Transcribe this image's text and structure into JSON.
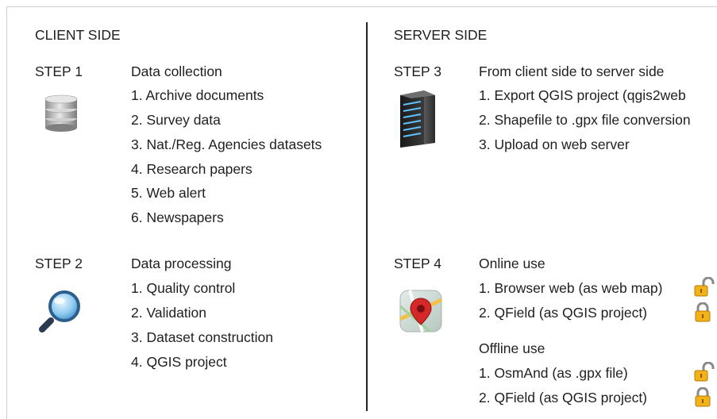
{
  "client": {
    "header": "CLIENT SIDE",
    "step1": {
      "label": "STEP 1",
      "title": "Data collection",
      "icon": "database-icon",
      "items": [
        "1. Archive documents",
        "2. Survey data",
        "3. Nat./Reg. Agencies datasets",
        "4. Research papers",
        "5. Web alert",
        "6. Newspapers"
      ]
    },
    "step2": {
      "label": "STEP 2",
      "title": "Data processing",
      "icon": "magnifier-icon",
      "items": [
        "1. Quality control",
        "2. Validation",
        "3. Dataset construction",
        "4. QGIS project"
      ]
    }
  },
  "server": {
    "header": "SERVER SIDE",
    "step3": {
      "label": "STEP 3",
      "title": "From client side to server side",
      "icon": "server-icon",
      "items": [
        "1. Export QGIS project (qgis2web",
        "2. Shapefile to .gpx file conversion",
        "3. Upload on web server"
      ]
    },
    "step4": {
      "label": "STEP 4",
      "icon": "map-pin-icon",
      "online_title": "Online use",
      "online_items": [
        {
          "text": "1. Browser web (as web map)",
          "lock": "unlocked"
        },
        {
          "text": "2. QField (as QGIS project)",
          "lock": "locked"
        }
      ],
      "offline_title": "Offline use",
      "offline_items": [
        {
          "text": "1. OsmAnd (as .gpx file)",
          "lock": "unlocked"
        },
        {
          "text": "2. QField (as QGIS project)",
          "lock": "locked"
        }
      ]
    }
  },
  "colors": {
    "lock_gold": "#f2b318",
    "lock_dark": "#b57a0a",
    "pin_red": "#d62828",
    "divider": "#222222"
  }
}
